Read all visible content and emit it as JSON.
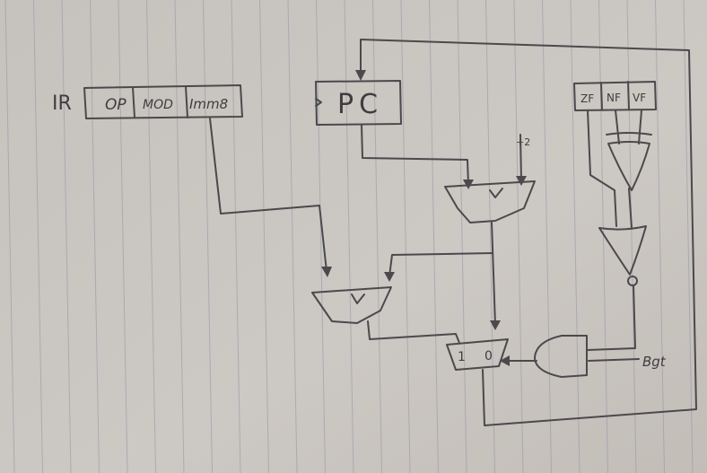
{
  "diagram": {
    "ir": {
      "label": "IR",
      "fields": [
        "OP",
        "MOD",
        "Imm8"
      ]
    },
    "pc": {
      "label": "PC"
    },
    "increment": {
      "label": "+2"
    },
    "flags": [
      "ZF",
      "NF",
      "VF"
    ],
    "mux": {
      "input_one": "1",
      "input_zero": "0"
    },
    "control": {
      "label": "Bgt"
    }
  },
  "colors": {
    "paper": "#c9c5c0",
    "ink": "#4a494c",
    "rule_line": "#8f96a8"
  }
}
